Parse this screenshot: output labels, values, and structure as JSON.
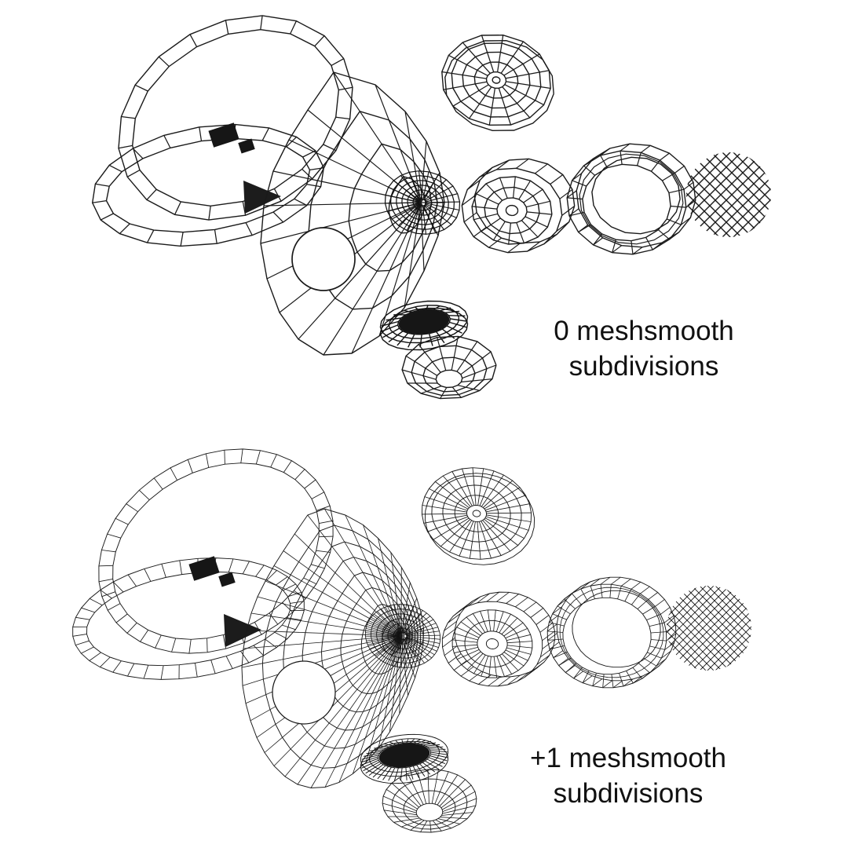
{
  "title": "Respirator mask 3D wireframe meshsmooth comparison",
  "colors": {
    "background": "#ffffff",
    "wireframe": "#1a1a1a",
    "text": "#111111"
  },
  "figures": [
    {
      "label_line1": "0 meshsmooth",
      "label_line2": "subdivisions",
      "meshsmooth_subdivisions": 0,
      "density": 1
    },
    {
      "label_line1": "+1 meshsmooth",
      "label_line2": "subdivisions",
      "meshsmooth_subdivisions": 1,
      "density": 2
    }
  ]
}
